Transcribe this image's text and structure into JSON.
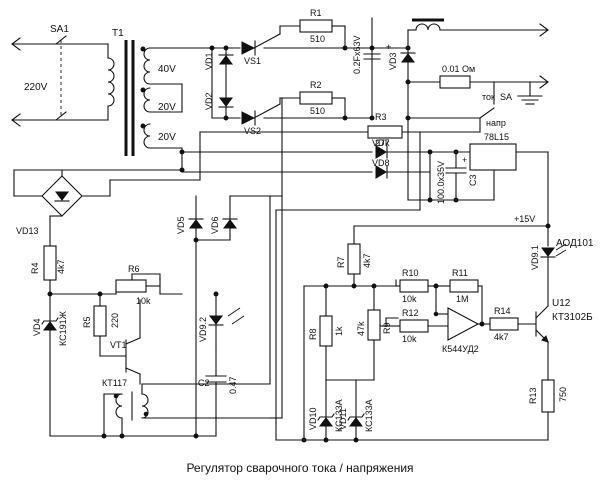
{
  "caption": "Регулятор сварочного тока / напряжения",
  "mains": {
    "switch": "SA1",
    "voltage": "220V"
  },
  "transformer": {
    "name": "T1",
    "taps": [
      "40V",
      "20V",
      "20V"
    ]
  },
  "top": {
    "R1": {
      "name": "R1",
      "value": "510"
    },
    "R2": {
      "name": "R2",
      "value": "510"
    },
    "R3": {
      "name": "R3",
      "value": "27k"
    },
    "VD1": "VD1",
    "VD2": "VD2",
    "VS1": "VS1",
    "VS2": "VS2",
    "VD3": "VD3",
    "C_main": "0.2Fx63V",
    "shunt": "0.01 Ом",
    "SA": {
      "name": "SA",
      "pos1": "ток",
      "pos2": "напр"
    },
    "VD7": "VD7",
    "VD8": "VD8",
    "reg": "78L15",
    "C3": {
      "name": "C3",
      "value": "100.0x35V"
    },
    "plus15": "+15V"
  },
  "left": {
    "VD13": "VD13",
    "R4": {
      "name": "R4",
      "value": "4k7"
    },
    "VD4": {
      "name": "VD4",
      "value": "КС191Ж"
    },
    "R5": {
      "name": "R5",
      "value": "220"
    },
    "R6": {
      "name": "R6",
      "value": "10k"
    },
    "VT1": {
      "name": "VT1",
      "value": "КТ117"
    },
    "VD5": "VD5",
    "VD6": "VD6",
    "VD9_2": "VD9.2",
    "C2": {
      "name": "C2",
      "value": "0.47"
    }
  },
  "right": {
    "R7": {
      "name": "R7",
      "value": "4k7"
    },
    "R8": {
      "name": "R8",
      "value": "1k"
    },
    "R9": {
      "name": "R9",
      "value": "47k"
    },
    "R10": {
      "name": "R10",
      "value": "10k"
    },
    "R11": {
      "name": "R11",
      "value": "1M"
    },
    "R12": {
      "name": "R12",
      "value": "10k"
    },
    "R13": {
      "name": "R13",
      "value": "750"
    },
    "R14": {
      "name": "R14",
      "value": "4k7"
    },
    "opamp": "К544УД2",
    "VD10": {
      "name": "VD10",
      "value": "КС133А"
    },
    "VD11": {
      "name": "VD11",
      "value": "КС133А"
    },
    "VD9_1": {
      "name": "VD9.1",
      "value": "АОД101"
    },
    "U12": {
      "name": "U12",
      "value": "КТ3102Б"
    }
  }
}
